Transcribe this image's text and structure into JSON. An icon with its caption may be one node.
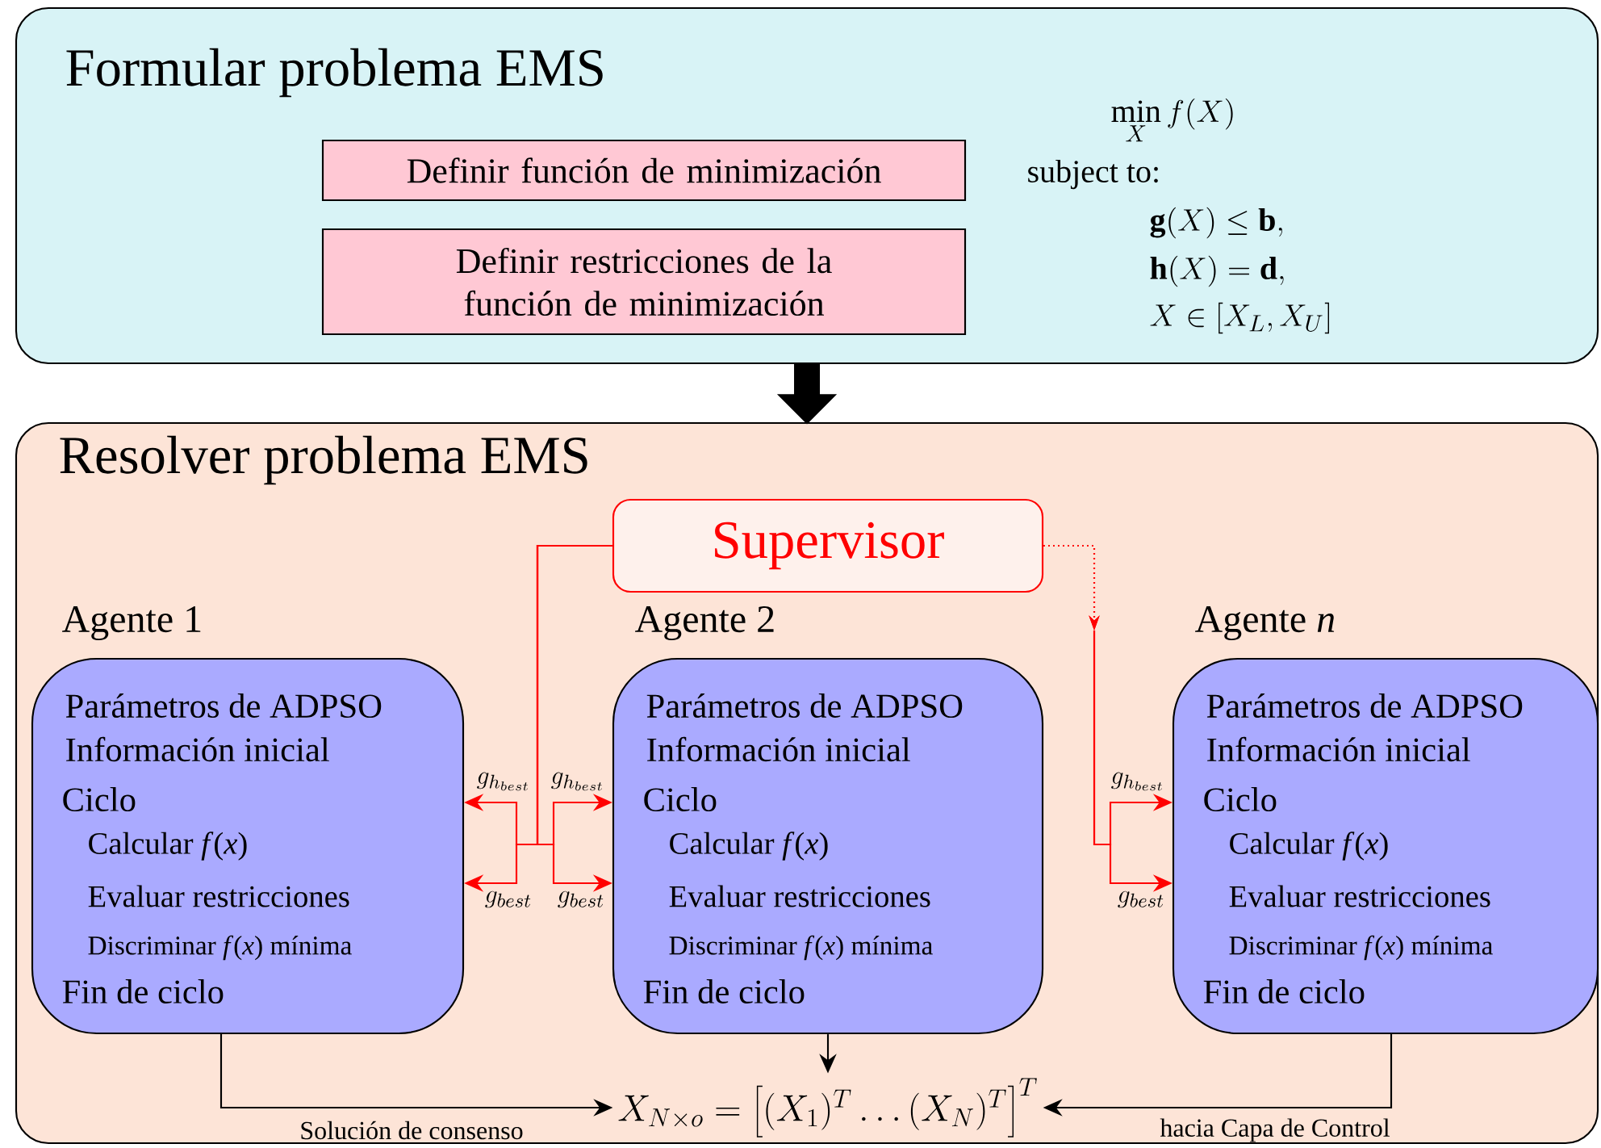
{
  "diagram": {
    "nodes": [
      {
        "text": [
          "Formular problema EMS"
        ]
      },
      {
        "text": [
          "Definir función de minimización"
        ],
        "in": 0
      },
      {
        "text": [
          "Definir restricciones de la función de minimización"
        ],
        "in": 0
      },
      {
        "text": [
          "Resolver problema EMS"
        ]
      },
      {
        "text": [
          "Supervisor"
        ],
        "in": 3
      },
      {
        "text": [
          "Agente 1",
          "Parámetros de ADPSO",
          "Información inicial",
          "Ciclo",
          "Calcular *f*(*x*)",
          "Evaluar restricciones",
          "Discriminar *f*(*x*) mínima",
          "Fin de ciclo"
        ],
        "in": 3
      },
      {
        "text": [
          "Agente 2",
          "Parámetros de ADPSO",
          "Información inicial",
          "Ciclo",
          "Calcular *f*(*x*)",
          "Evaluar restricciones",
          "Discriminar *f*(*x*) mínima",
          "Fin de ciclo"
        ],
        "in": 3
      },
      {
        "text": [
          "Agente *n*",
          "Parámetros de ADPSO",
          "Información inicial",
          "Ciclo",
          "Calcular *f*(*x*)",
          "Evaluar restricciones",
          "Discriminar *f*(*x*) mínima",
          "Fin de ciclo"
        ],
        "in": 3
      },
      {
        "text": [
          "X_{N\\times o} = \\left[(X_1)^T\\dots(X_N)^T\\right]^T"
        ],
        "in": 3
      }
    ],
    "edges": [
      {
        "from": 0,
        "to": 3,
        "arrow": "to",
        "style": "thick",
        "color": "#000000"
      },
      {
        "from": 4,
        "to": 5,
        "arrow": "to",
        "label": "g_{h_{best}}"
      },
      {
        "from": 4,
        "to": 5,
        "arrow": "to",
        "label": "g_{best}"
      },
      {
        "from": 4,
        "to": 6,
        "arrow": "to",
        "label": "g_{h_{best}}"
      },
      {
        "from": 4,
        "to": 6,
        "arrow": "to",
        "label": "g_{best}"
      },
      {
        "from": 4,
        "to": 7,
        "arrow": "to",
        "label": "g_{h_{best}}",
        "style": "dashed"
      },
      {
        "from": 4,
        "to": 7,
        "arrow": "to",
        "label": "g_{best}",
        "style": "dashed"
      },
      {
        "from": 5,
        "to": 8,
        "arrow": "to",
        "label": "Solución de consenso",
        "color": "#000000"
      },
      {
        "from": 6,
        "to": 8,
        "arrow": "to",
        "color": "#000000"
      },
      {
        "from": 7,
        "to": 8,
        "arrow": "to",
        "label": "hacia Capa de Control",
        "color": "#000000"
      }
    ],
    "labels": [
      "\\min\\limits_{X} f(X)",
      "subject to:",
      "\\mathbf{g}(X) \\leq \\mathbf{b},",
      "\\mathbf{h}(X) = \\mathbf{d},",
      "X \\in [X_L, X_U]"
    ]
  }
}
